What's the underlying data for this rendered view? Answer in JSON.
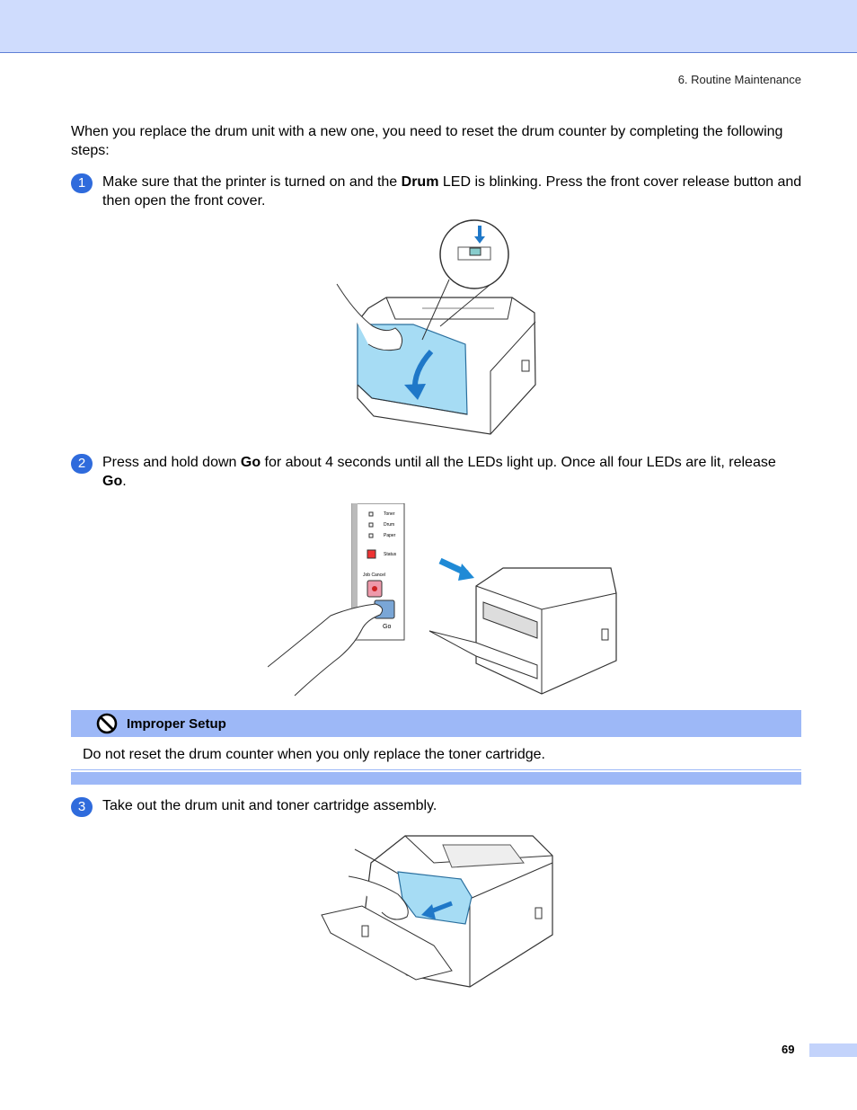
{
  "header": {
    "section": "6. Routine Maintenance"
  },
  "intro": "When you replace the drum unit with a new one, you need to reset the drum counter by completing the following steps:",
  "steps": [
    {
      "number": "1",
      "text_a": "Make sure that the printer is turned on and the ",
      "bold_a": "Drum",
      "text_b": " LED is blinking. Press the front cover release button and then open the front cover."
    },
    {
      "number": "2",
      "text_a": "Press and hold down ",
      "bold_a": "Go",
      "text_b": " for about 4 seconds until all the LEDs light up. Once all four LEDs are lit, release ",
      "bold_b": "Go",
      "text_c": "."
    },
    {
      "number": "3",
      "text_a": "Take out the drum unit and toner cartridge assembly."
    }
  ],
  "panel": {
    "leds": [
      "Toner",
      "Drum",
      "Paper",
      "Status"
    ],
    "job_cancel": "Job Cancel",
    "go": "Go"
  },
  "note": {
    "title": "Improper Setup",
    "body": "Do not reset the drum counter when you only replace the toner cartridge."
  },
  "footer": {
    "page": "69"
  },
  "colors": {
    "band": "#cfdcfd",
    "accent": "#2f6bdc",
    "note": "#9db8f7",
    "illustration_blue": "#a6dcf4"
  }
}
